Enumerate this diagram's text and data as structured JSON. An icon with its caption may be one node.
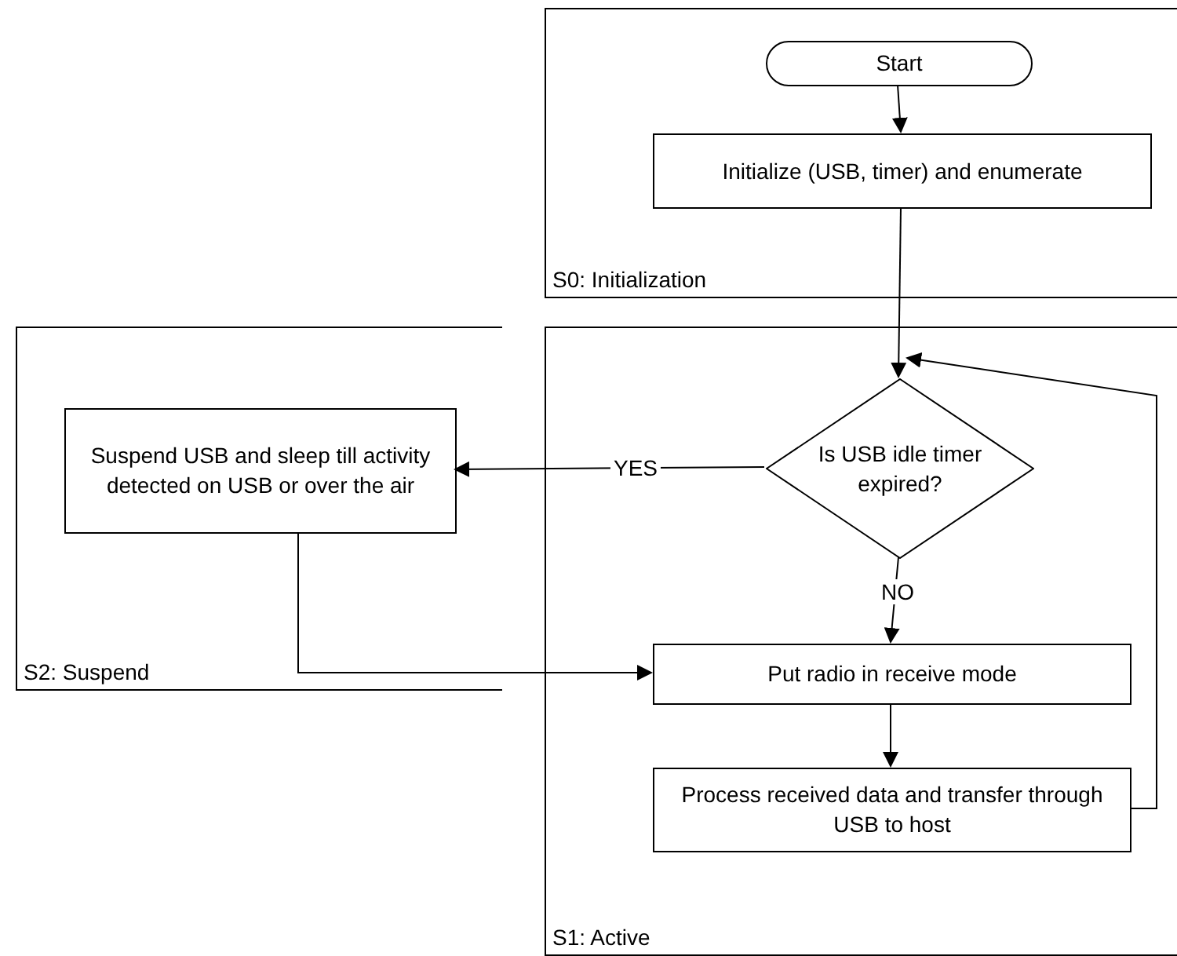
{
  "diagram": {
    "nodes": [
      {
        "text": [
          "S0: Initialization"
        ]
      },
      {
        "text": [
          "Start"
        ],
        "in": 0
      },
      {
        "text": [
          "Initialize (USB, timer) and enumerate"
        ],
        "in": 0
      },
      {
        "text": [
          "S1: Active"
        ]
      },
      {
        "text": [
          "Is USB idle timer expired?"
        ],
        "in": 3
      },
      {
        "text": [
          "Put radio in receive mode"
        ],
        "in": 3
      },
      {
        "text": [
          "Process received data and transfer through USB to host"
        ],
        "in": 3
      },
      {
        "text": [
          "S2: Suspend"
        ]
      },
      {
        "text": [
          "Suspend USB and sleep till activity detected on USB or over the air"
        ],
        "in": 7
      }
    ],
    "edges": [
      {
        "from": 1,
        "to": 2,
        "arrow": "to"
      },
      {
        "from": 2,
        "to": 4,
        "arrow": "to"
      },
      {
        "from": 4,
        "to": 8,
        "arrow": "to",
        "label": "YES"
      },
      {
        "from": 4,
        "to": 5,
        "arrow": "to",
        "label": "NO"
      },
      {
        "from": 8,
        "to": 5,
        "arrow": "to"
      },
      {
        "from": 5,
        "to": 6,
        "arrow": "to"
      },
      {
        "from": 6,
        "to": 4,
        "arrow": "to"
      }
    ]
  }
}
